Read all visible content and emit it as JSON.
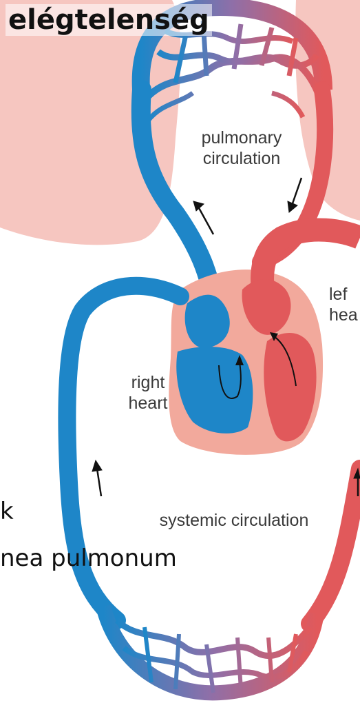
{
  "slide": {
    "heading": "elégtelenség",
    "partial_line_1": "k",
    "partial_line_2": "nea pulmonum"
  },
  "diagram": {
    "labels": {
      "pulmonary_line1": "pulmonary",
      "pulmonary_line2": "circulation",
      "left_line1": "lef",
      "left_line2": "hea",
      "right_line1": "right",
      "right_line2": "heart",
      "systemic": "systemic circulation"
    },
    "colors": {
      "deoxygenated": "#1e86c8",
      "oxygenated": "#e1595b",
      "lungs": "#f6c6c0",
      "heart_wall": "#f2a99c",
      "capillary_mix": "#8f6fa8"
    }
  }
}
